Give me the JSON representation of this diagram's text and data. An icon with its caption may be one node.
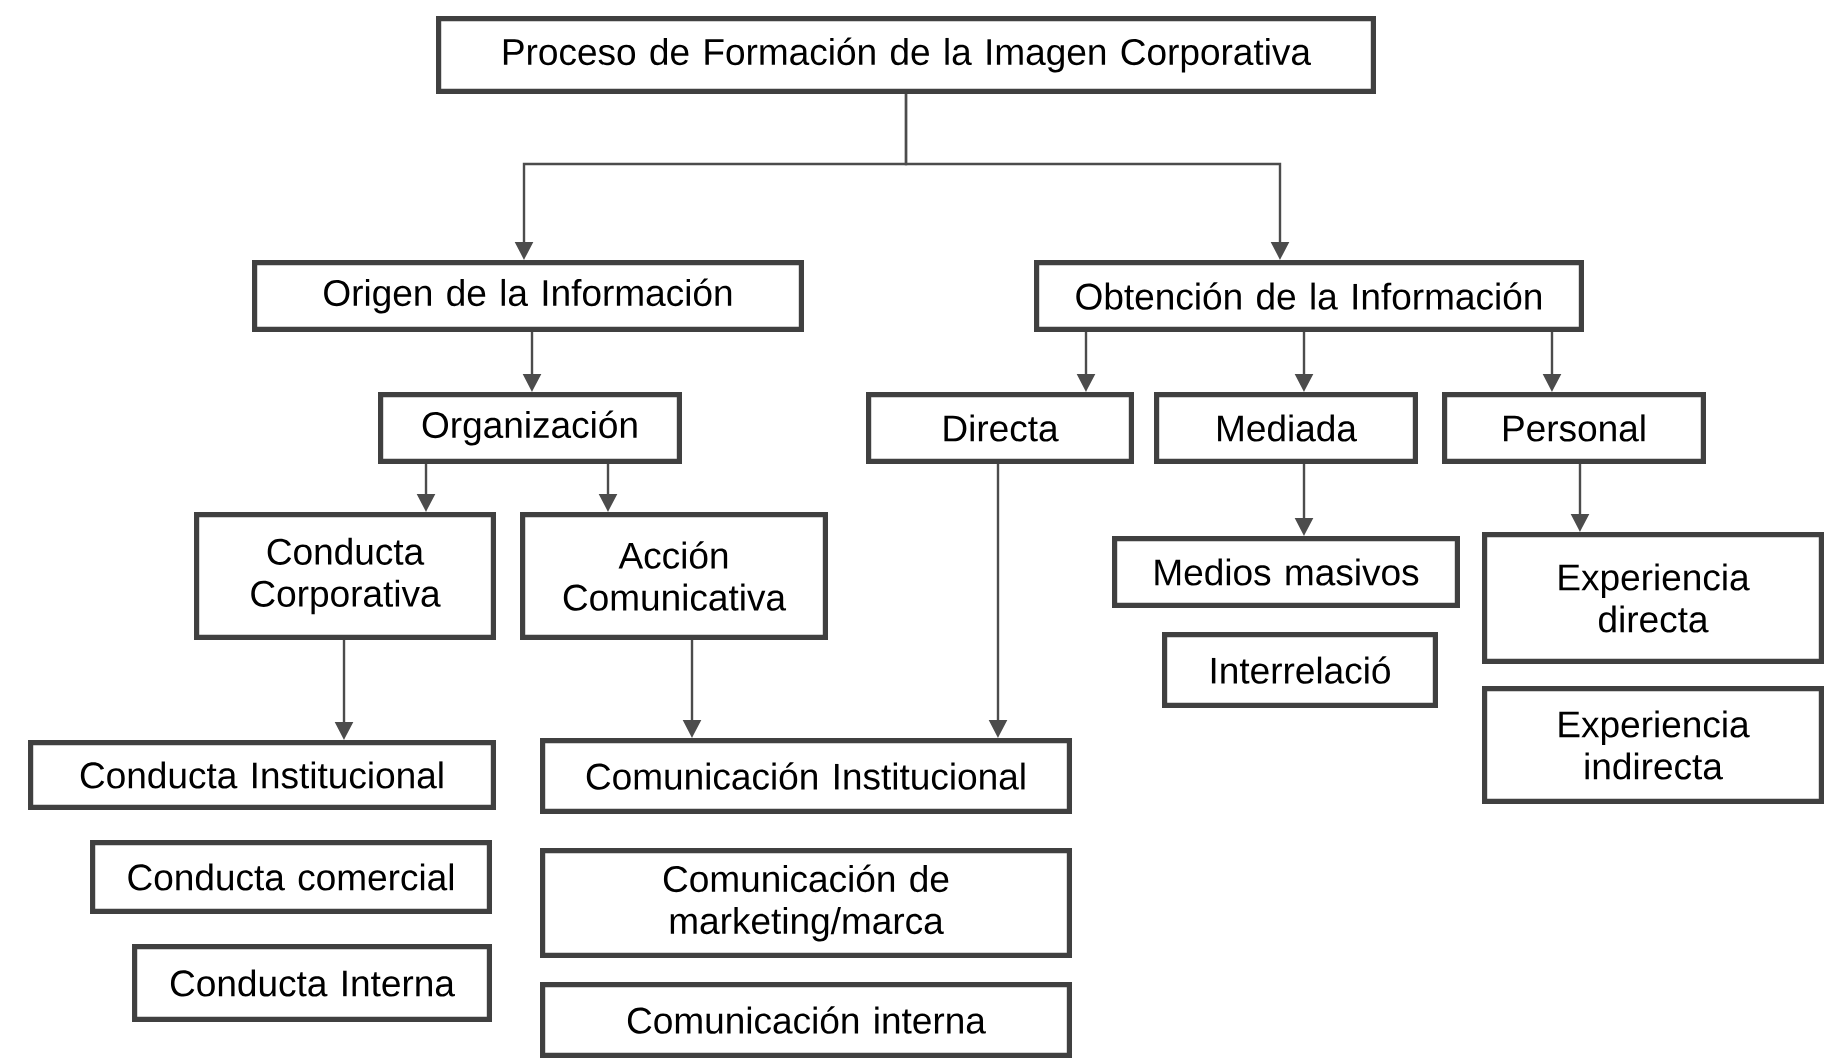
{
  "diagram": {
    "nodes": [
      {
        "text": [
          "Proceso de Formación de la Imagen Corporativa"
        ]
      },
      {
        "text": [
          "Origen de la Información"
        ]
      },
      {
        "text": [
          "Obtención de la Información"
        ]
      },
      {
        "text": [
          "Organización"
        ]
      },
      {
        "text": [
          "Directa"
        ]
      },
      {
        "text": [
          "Mediada"
        ]
      },
      {
        "text": [
          "Personal"
        ]
      },
      {
        "text": [
          "Conducta Corporativa"
        ]
      },
      {
        "text": [
          "Acción Comunicativa"
        ]
      },
      {
        "text": [
          "Medios masivos"
        ]
      },
      {
        "text": [
          "Experiencia directa"
        ]
      },
      {
        "text": [
          "Interrelació"
        ]
      },
      {
        "text": [
          "Experiencia indirecta"
        ]
      },
      {
        "text": [
          "Conducta Institucional"
        ]
      },
      {
        "text": [
          "Comunicación Institucional"
        ]
      },
      {
        "text": [
          "Conducta comercial"
        ]
      },
      {
        "text": [
          "Comunicación de marketing/marca"
        ]
      },
      {
        "text": [
          "Conducta Interna"
        ]
      },
      {
        "text": [
          "Comunicación interna"
        ]
      }
    ],
    "edges": [
      {
        "from": 0,
        "to": 1,
        "arrow": "to"
      },
      {
        "from": 0,
        "to": 2,
        "arrow": "to"
      },
      {
        "from": 1,
        "to": 3,
        "arrow": "to"
      },
      {
        "from": 2,
        "to": 4,
        "arrow": "to"
      },
      {
        "from": 2,
        "to": 5,
        "arrow": "to"
      },
      {
        "from": 2,
        "to": 6,
        "arrow": "to"
      },
      {
        "from": 3,
        "to": 7,
        "arrow": "to"
      },
      {
        "from": 3,
        "to": 8,
        "arrow": "to"
      },
      {
        "from": 5,
        "to": 9,
        "arrow": "to"
      },
      {
        "from": 6,
        "to": 10,
        "arrow": "to"
      },
      {
        "from": 7,
        "to": 13,
        "arrow": "to"
      },
      {
        "from": 8,
        "to": 14,
        "arrow": "to"
      },
      {
        "from": 4,
        "to": 14,
        "arrow": "to"
      }
    ]
  }
}
